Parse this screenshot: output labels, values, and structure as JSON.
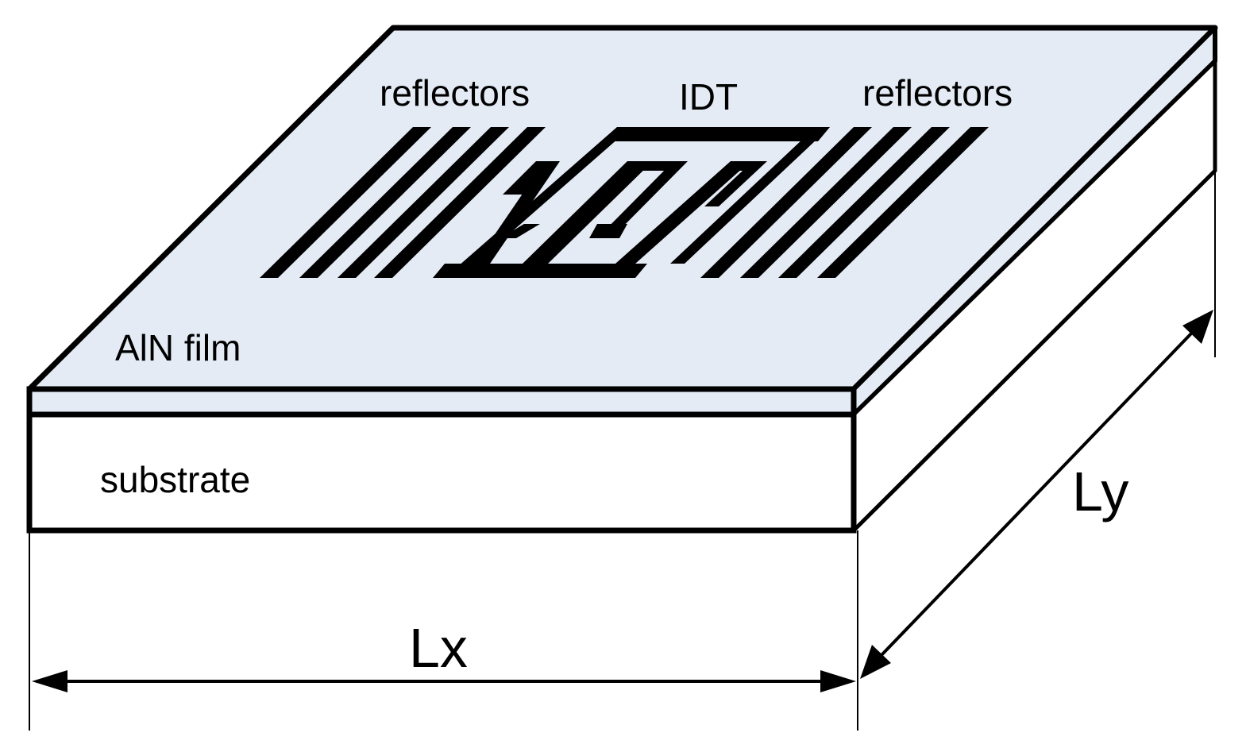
{
  "diagram": {
    "labels": {
      "reflectors_left": "reflectors",
      "idt": "IDT",
      "reflectors_right": "reflectors",
      "film": "AlN film",
      "substrate": "substrate",
      "length_x": "Lx",
      "length_y": "Ly"
    },
    "colors": {
      "film": "#e4ebf5",
      "substrate": "#ffffff",
      "electrode": "#000000",
      "outline": "#000000"
    }
  }
}
